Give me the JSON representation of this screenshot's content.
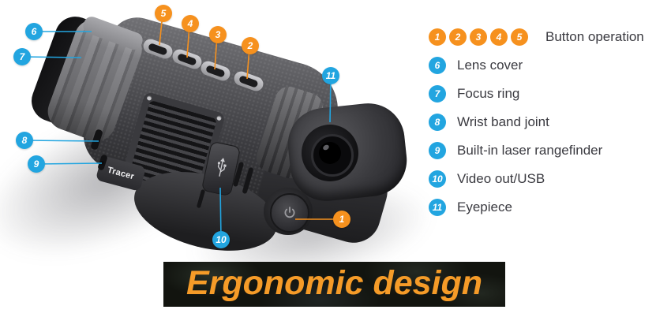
{
  "colors": {
    "orange": "#F6911E",
    "blue": "#22A5E0",
    "legend_text": "#3A3A40",
    "banner_text": "#F59B28",
    "banner_bg": "#12140F"
  },
  "device": {
    "brand_label": "Tracer"
  },
  "callouts": [
    {
      "num": "1"
    },
    {
      "num": "2"
    },
    {
      "num": "3"
    },
    {
      "num": "4"
    },
    {
      "num": "5"
    },
    {
      "num": "6"
    },
    {
      "num": "7"
    },
    {
      "num": "8"
    },
    {
      "num": "9"
    },
    {
      "num": "10"
    },
    {
      "num": "11"
    }
  ],
  "legend": {
    "rows": [
      {
        "numbers": [
          "1",
          "2",
          "3",
          "4",
          "5"
        ],
        "label": "Button operation",
        "color": "orange"
      },
      {
        "numbers": [
          "6"
        ],
        "label": "Lens cover",
        "color": "blue"
      },
      {
        "numbers": [
          "7"
        ],
        "label": "Focus ring",
        "color": "blue"
      },
      {
        "numbers": [
          "8"
        ],
        "label": "Wrist band joint",
        "color": "blue"
      },
      {
        "numbers": [
          "9"
        ],
        "label": "Built-in laser rangefinder",
        "color": "blue"
      },
      {
        "numbers": [
          "10"
        ],
        "label": "Video out/USB",
        "color": "blue"
      },
      {
        "numbers": [
          "11"
        ],
        "label": "Eyepiece",
        "color": "blue"
      }
    ]
  },
  "banner": {
    "title": "Ergonomic design"
  }
}
